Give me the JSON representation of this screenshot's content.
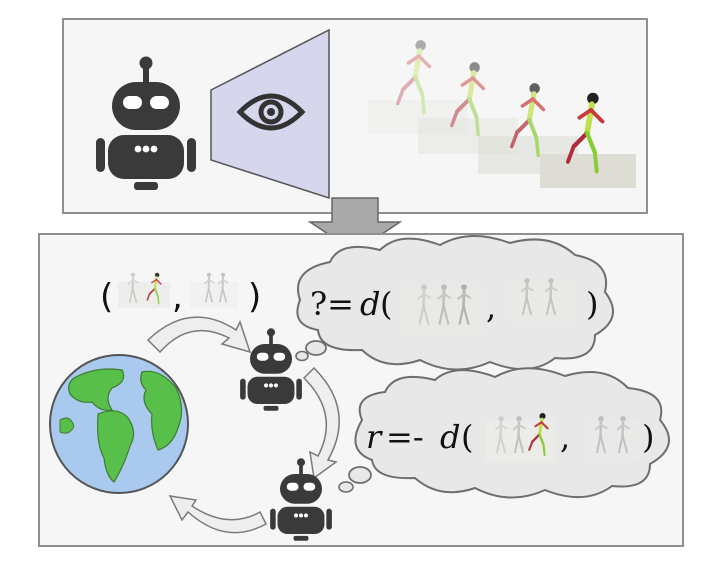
{
  "observation": {
    "frame_count": 4
  },
  "pair": {
    "open": "(",
    "comma": ",",
    "close": ")"
  },
  "query": {
    "prefix": "?=",
    "func": "d",
    "open": "(",
    "comma": ",",
    "close": ")"
  },
  "reward": {
    "var": "r",
    "prefix": "=-",
    "func": "d",
    "open": "(",
    "comma": ",",
    "close": ")"
  },
  "colors": {
    "panel_border": "#8f8f8f",
    "panel_fill": "#f6f6f6",
    "robot": "#3a3a3a",
    "eye_cone": "#d6d7ec",
    "cloud_fill": "#e8e8e8",
    "cloud_stroke": "#6e6e6e",
    "down_arrow": "#a9a9a9",
    "cycle_arrow": "#eeeeee",
    "ocean": "#a9c9ee",
    "land": "#58c04a"
  }
}
